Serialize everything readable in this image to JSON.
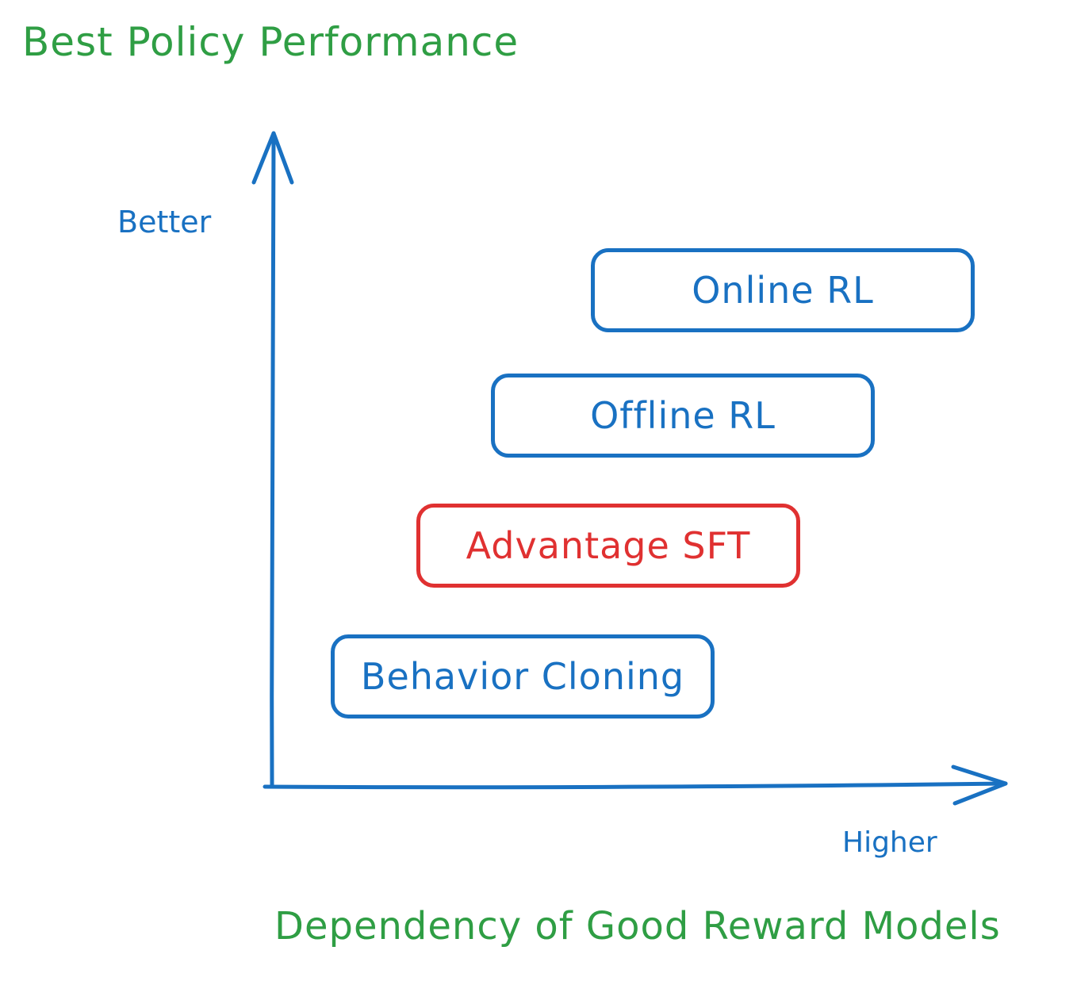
{
  "y_axis": {
    "title": "Best Policy Performance",
    "end_label": "Better"
  },
  "x_axis": {
    "title": "Dependency of Good Reward Models",
    "end_label": "Higher"
  },
  "methods": [
    {
      "label": "Online RL",
      "highlighted": false
    },
    {
      "label": "Offline RL",
      "highlighted": false
    },
    {
      "label": "Advantage SFT",
      "highlighted": true
    },
    {
      "label": "Behavior Cloning",
      "highlighted": false
    }
  ],
  "colors": {
    "axis_title": "#2f9e44",
    "axis": "#1971c2",
    "box": "#1971c2",
    "highlight": "#e03131"
  }
}
